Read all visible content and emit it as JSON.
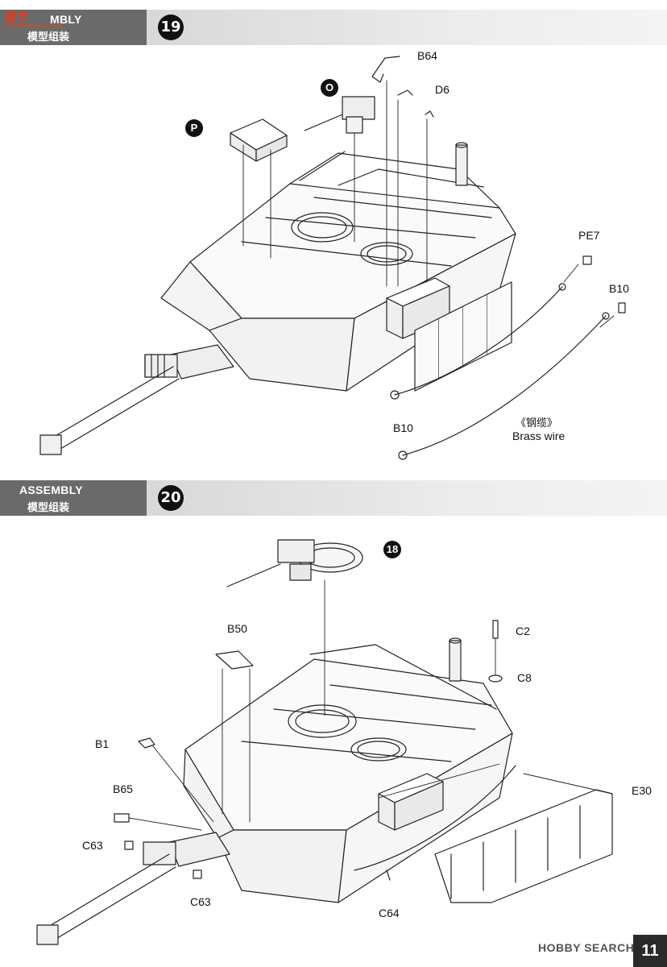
{
  "step19": {
    "header_en": "ASSEMBLY",
    "header_en_visible": "MBLY",
    "header_cn": "模型组装",
    "number": "19",
    "labels": {
      "b64": "B64",
      "d6": "D6",
      "pe7": "PE7",
      "b10_right": "B10",
      "b10_left": "B10",
      "brass_cn": "《钢缆》",
      "brass_en": "Brass wire"
    },
    "callouts": {
      "o": "O",
      "p": "P"
    }
  },
  "step20": {
    "header_en": "ASSEMBLY",
    "header_cn": "模型组装",
    "number": "20",
    "labels": {
      "c2": "C2",
      "c8": "C8",
      "b50": "B50",
      "b1": "B1",
      "b65": "B65",
      "c63_left": "C63",
      "c63_bottom": "C63",
      "c64": "C64",
      "e30": "E30"
    },
    "callouts": {
      "step18": "18"
    }
  },
  "watermark": {
    "logo_cn": "高手",
    "logo_sub": "www.hobbysearch.com",
    "footer": "HOBBY SEARCH"
  },
  "page_number": "11"
}
